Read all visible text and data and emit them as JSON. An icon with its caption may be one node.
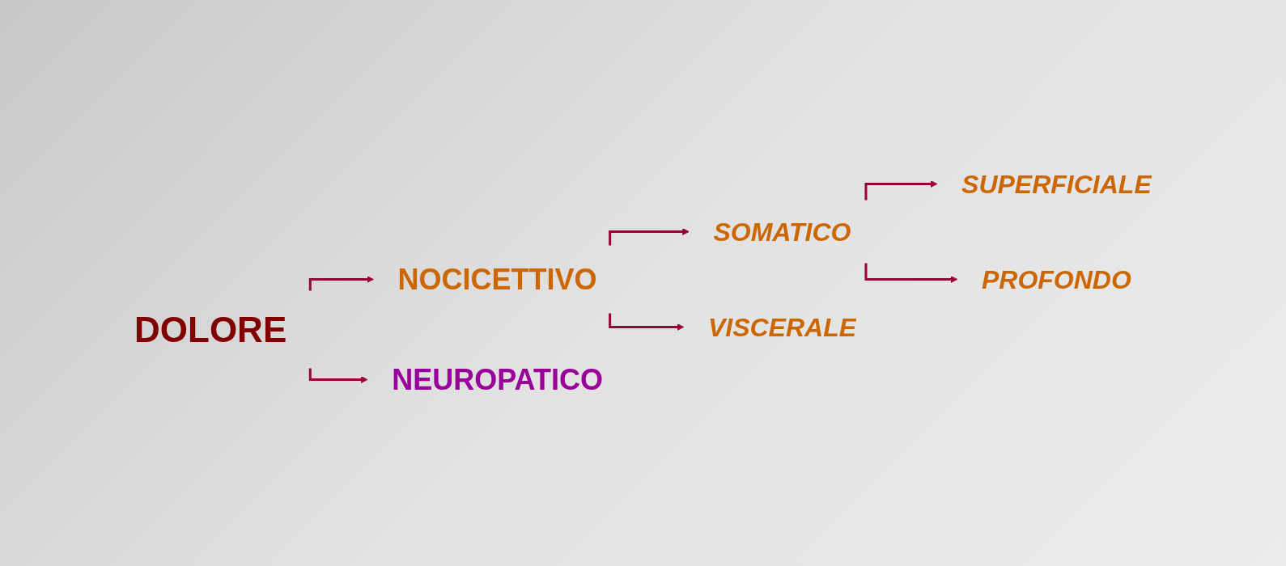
{
  "diagram": {
    "nodes": [
      {
        "text": [
          "DOLORE"
        ]
      },
      {
        "text": [
          "NOCICETTIVO"
        ]
      },
      {
        "text": [
          "SOMATICO"
        ]
      },
      {
        "text": [
          "SUPERFICIALE"
        ]
      },
      {
        "text": [
          "PROFONDO"
        ]
      },
      {
        "text": [
          "VISCERALE"
        ]
      },
      {
        "text": [
          "NEUROPATICO"
        ]
      }
    ],
    "edges": [
      {
        "from": 0,
        "to": 1,
        "arrow": "to"
      },
      {
        "from": 0,
        "to": 6,
        "arrow": "to"
      },
      {
        "from": 1,
        "to": 2,
        "arrow": "to"
      },
      {
        "from": 1,
        "to": 5,
        "arrow": "to"
      },
      {
        "from": 2,
        "to": 3,
        "arrow": "to"
      },
      {
        "from": 2,
        "to": 4,
        "arrow": "to"
      }
    ]
  }
}
